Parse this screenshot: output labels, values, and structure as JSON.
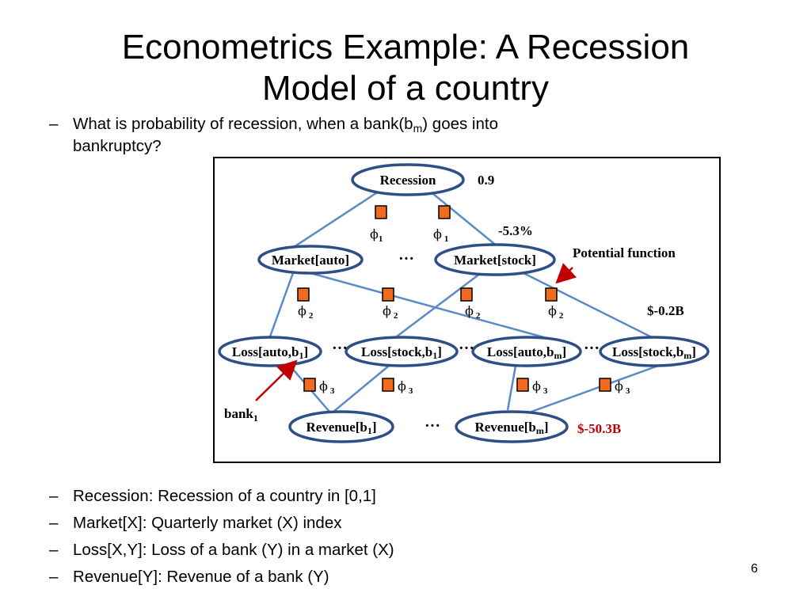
{
  "title": {
    "line1": "Econometrics Example: A Recession",
    "line2": "Model of a country"
  },
  "question": {
    "dash": "–",
    "line1_pre": "What is probability of recession, when a bank(b",
    "line1_sub": "m",
    "line1_post": ") goes into",
    "line2": "bankruptcy?"
  },
  "diagram": {
    "nodes": {
      "recession": "Recession",
      "market_auto": "Market[auto]",
      "market_stock": "Market[stock]",
      "loss_auto_b1": {
        "pre": "Loss[auto,b",
        "sub": "1",
        "post": "]"
      },
      "loss_stock_b1": {
        "pre": "Loss[stock,b",
        "sub": "1",
        "post": "]"
      },
      "loss_auto_bm": {
        "pre": "Loss[auto,b",
        "sub": "m",
        "post": "]"
      },
      "loss_stock_bm": {
        "pre": "Loss[stock,b",
        "sub": "m",
        "post": "]"
      },
      "revenue_b1": {
        "pre": "Revenue[b",
        "sub": "1",
        "post": "]"
      },
      "revenue_bm": {
        "pre": "Revenue[b",
        "sub": "m",
        "post": "]"
      }
    },
    "factors": {
      "symbol": "ϕ",
      "sub1": "1",
      "sub2": "2",
      "sub3": "3"
    },
    "values": {
      "recession": "0.9",
      "market_stock": "-5.3%",
      "loss_stock_bm": "$-0.2B",
      "revenue_bm": "$-50.3B"
    },
    "annotations": {
      "potential_function": "Potential function",
      "bank_pre": "bank",
      "bank_sub": "1",
      "ellipsis": "···"
    },
    "colors": {
      "node_border": "#2e4f86",
      "edge": "#5b8ac4",
      "factor": "#f26a1b",
      "arrow": "#c00000",
      "highlight_value": "#c00000"
    }
  },
  "definitions": [
    {
      "dash": "–",
      "text": "Recession: Recession of a country in [0,1]"
    },
    {
      "dash": "–",
      "text": "Market[X]: Quarterly market (X) index"
    },
    {
      "dash": "–",
      "text": "Loss[X,Y]: Loss of a bank (Y) in a market (X)"
    },
    {
      "dash": "–",
      "text": "Revenue[Y]: Revenue of a bank (Y)"
    }
  ],
  "page_number": "6"
}
